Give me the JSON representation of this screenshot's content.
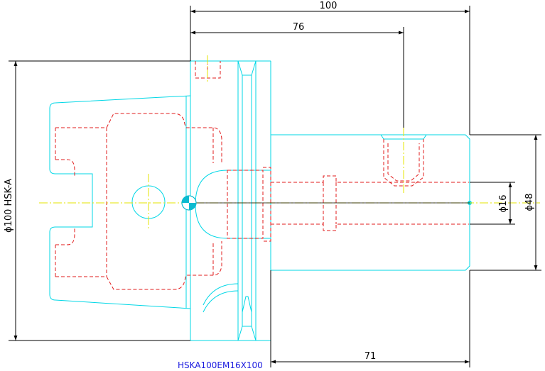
{
  "dimensions": {
    "overall_length": "100",
    "to_radial_hole": "76",
    "shank_length": "71",
    "flange_diameter": "ϕ100 HSK-A",
    "bore_diameter": "ϕ16",
    "shank_diameter": "ϕ48"
  },
  "part_name": "HSKA100EM16X100",
  "colors": {
    "outline": "#00d7e6",
    "hidden": "#e21b1b",
    "centerline": "#e6e600",
    "dimension": "#000000",
    "caption": "#1a1adf"
  }
}
